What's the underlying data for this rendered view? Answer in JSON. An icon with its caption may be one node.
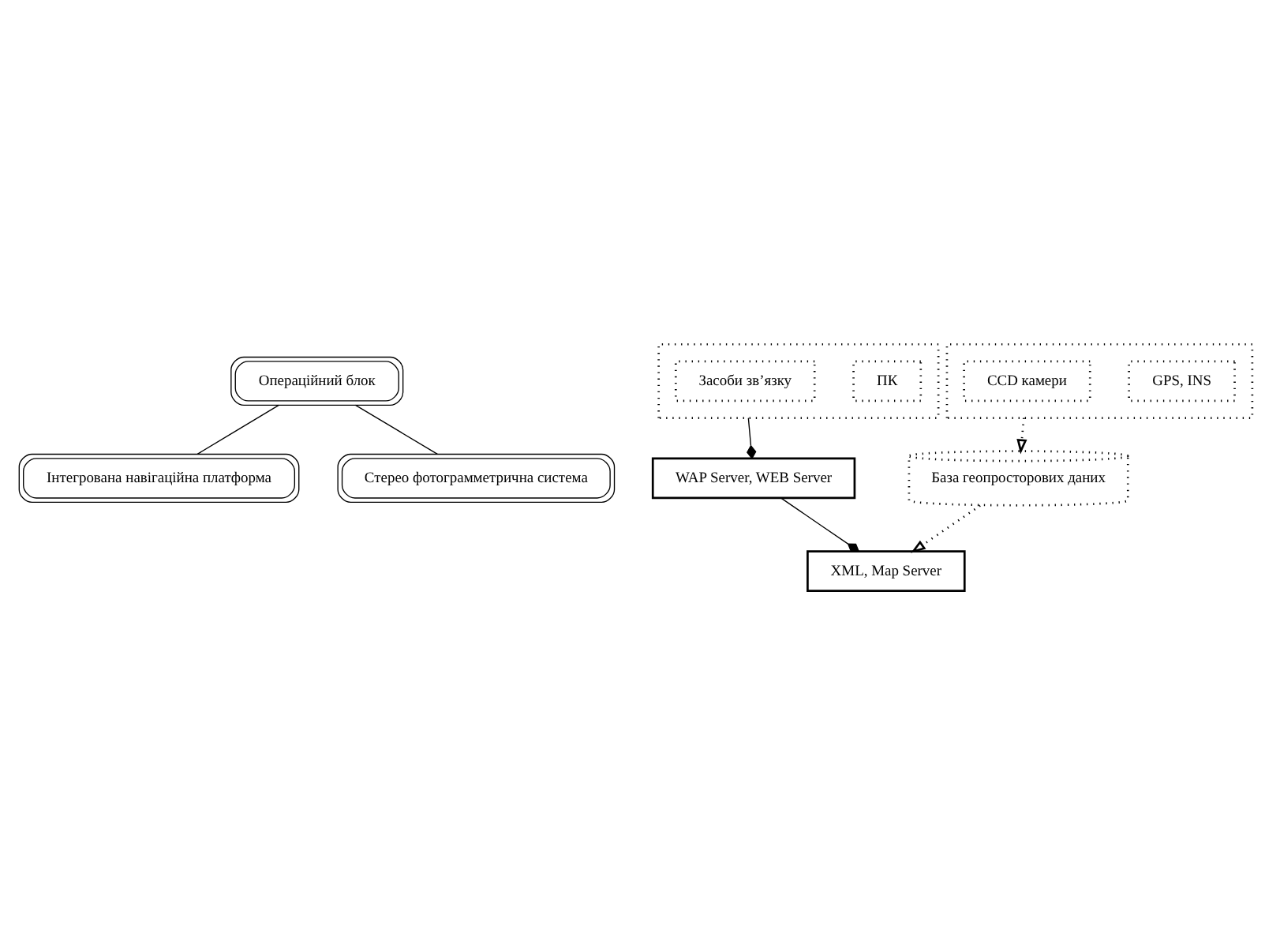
{
  "diagram": {
    "nodes": [
      {
        "text": [
          "Операційний блок"
        ]
      },
      {
        "text": [],
        "shape": "box"
      },
      {
        "text": [
          "ПК"
        ],
        "in": 1
      },
      {
        "text": [
          "Засоби зв’язку"
        ],
        "in": 1
      },
      {
        "text": [
          "WAP Server, WEB Server"
        ]
      },
      {
        "text": [
          "XML, Map Server"
        ]
      },
      {
        "text": [],
        "shape": "box"
      },
      {
        "text": [
          "Інтегрована навігаційна платформа"
        ]
      },
      {
        "text": [
          "GPS, INS"
        ],
        "in": 6
      },
      {
        "text": [
          "Стерео фотограмметрична система"
        ]
      },
      {
        "text": [
          "CCD камери"
        ],
        "in": 6
      },
      {
        "text": [
          "База геопросторових даних"
        ]
      }
    ],
    "edges": [
      {
        "from": 1,
        "to": 4,
        "arrow": "other"
      },
      {
        "from": 4,
        "to": 5,
        "arrow": "other"
      },
      {
        "from": 11,
        "to": 5,
        "arrow": "to",
        "style": "dashed"
      },
      {
        "from": 6,
        "to": 11,
        "arrow": "to",
        "style": "dashed"
      },
      {
        "from": 0,
        "to": 7,
        "arrow": "none"
      },
      {
        "from": 0,
        "to": 9,
        "arrow": "none"
      }
    ]
  }
}
